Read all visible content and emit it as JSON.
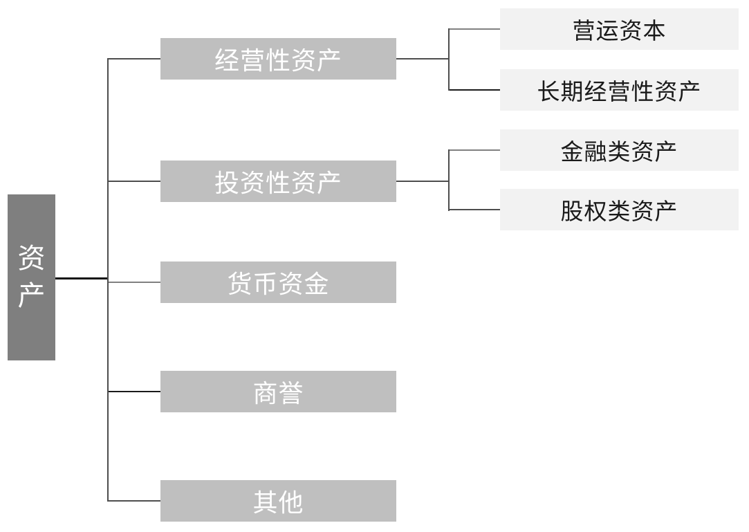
{
  "diagram": {
    "root": {
      "label": "资产"
    },
    "branches": [
      {
        "label": "经营性资产",
        "children": [
          {
            "label": "营运资本"
          },
          {
            "label": "长期经营性资产"
          }
        ]
      },
      {
        "label": "投资性资产",
        "children": [
          {
            "label": "金融类资产"
          },
          {
            "label": "股权类资产"
          }
        ]
      },
      {
        "label": "货币资金",
        "children": []
      },
      {
        "label": "商誉",
        "children": []
      },
      {
        "label": "其他",
        "children": []
      }
    ],
    "colors": {
      "root_fill": "#7f7f7f",
      "branch_fill": "#bfbfbf",
      "leaf_fill": "#f2f2f2",
      "root_text": "#ffffff",
      "branch_text": "#ffffff",
      "leaf_text": "#1a1a1a",
      "connector": "#4d4d4d",
      "root_connector": "#111111",
      "background": "#ffffff"
    }
  }
}
